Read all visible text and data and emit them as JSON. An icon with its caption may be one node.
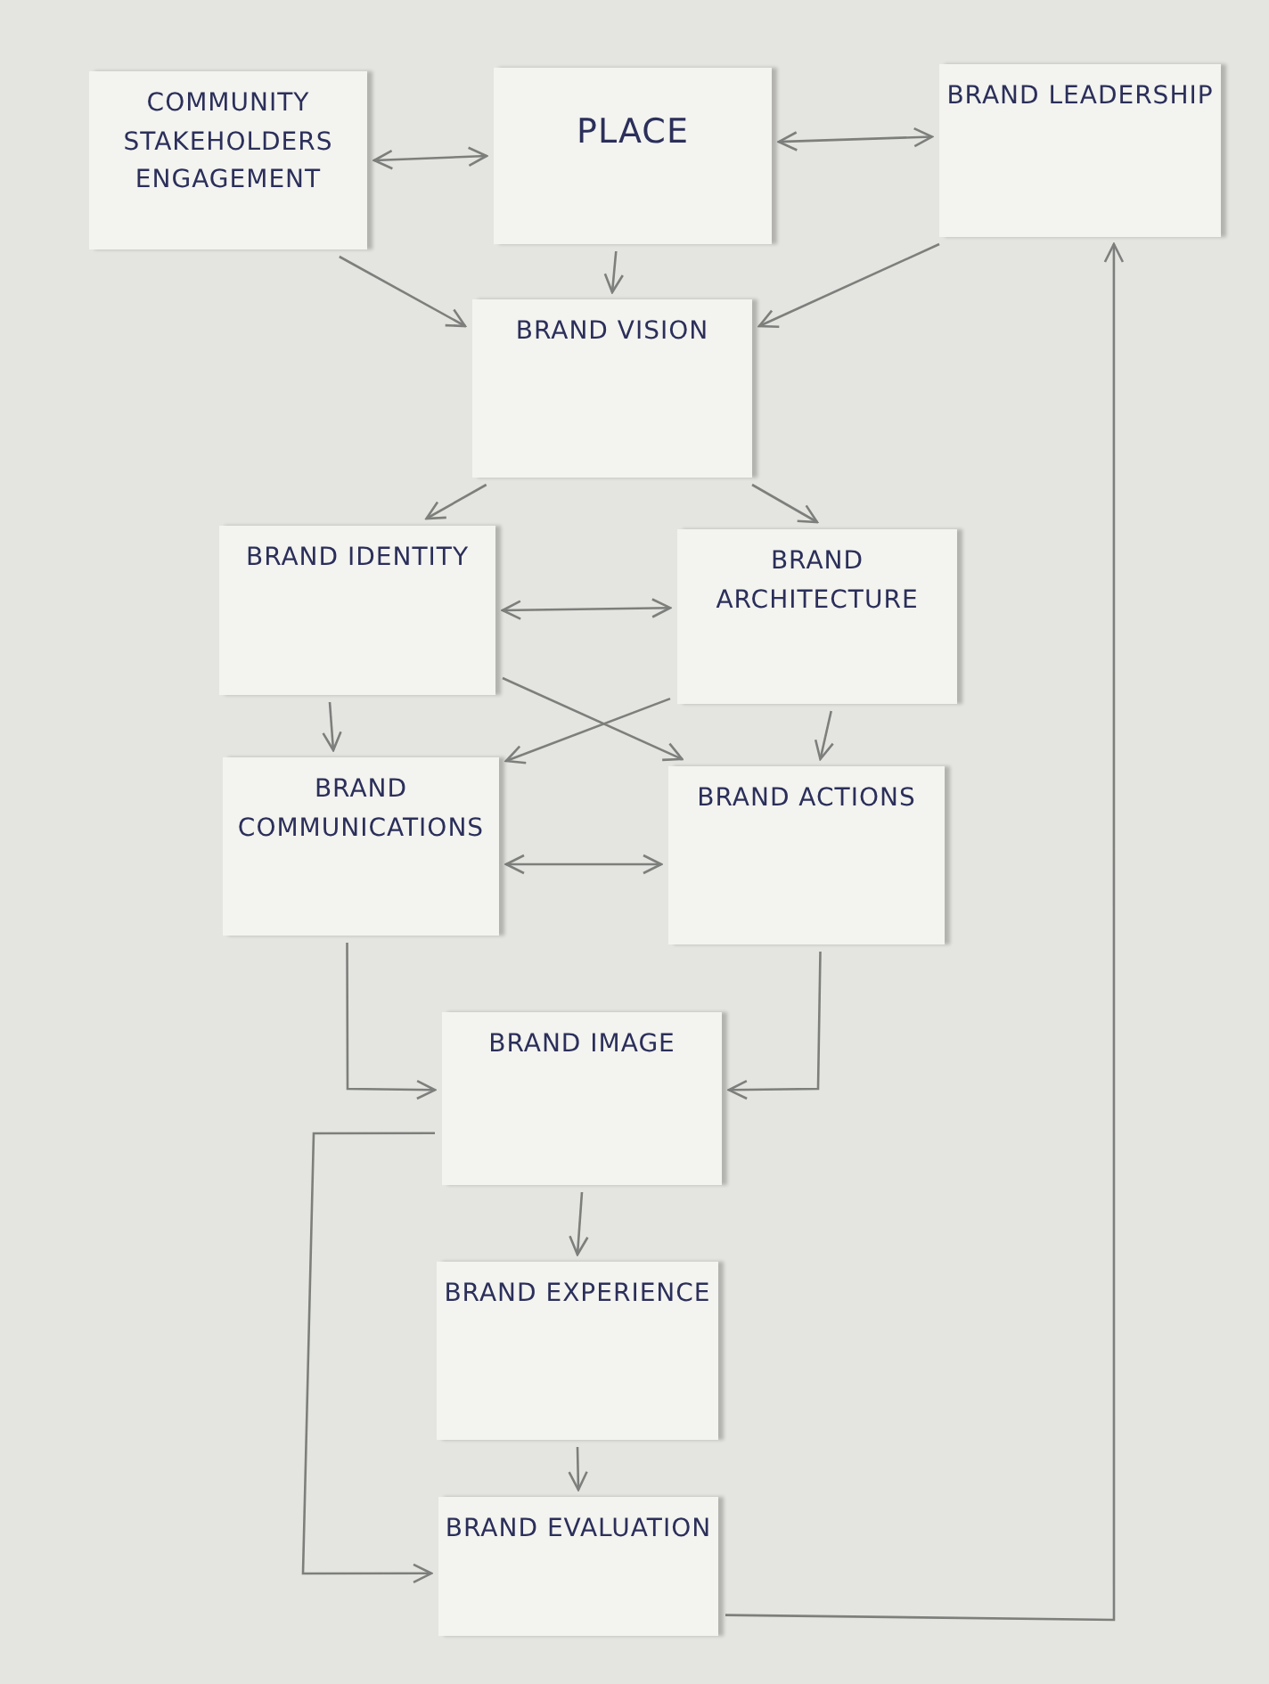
{
  "diagram": {
    "nodes": [
      {
        "text": [
          "COMMUNITY STAKEHOLDERS ENGAGEMENT"
        ]
      },
      {
        "text": [
          "PLACE"
        ]
      },
      {
        "text": [
          "BRAND LEADERSHIP"
        ]
      },
      {
        "text": [
          "BRAND VISION"
        ]
      },
      {
        "text": [
          "BRAND IDENTITY"
        ]
      },
      {
        "text": [
          "BRAND ARCHITECTURE"
        ]
      },
      {
        "text": [
          "BRAND COMMUNICATIONS"
        ]
      },
      {
        "text": [
          "BRAND ACTIONS"
        ]
      },
      {
        "text": [
          "BRAND IMAGE"
        ]
      },
      {
        "text": [
          "BRAND EXPERIENCE"
        ]
      },
      {
        "text": [
          "BRAND EVALUATION"
        ]
      }
    ],
    "edges": [
      {
        "from": 0,
        "to": 1,
        "arrow": "both"
      },
      {
        "from": 1,
        "to": 2,
        "arrow": "both"
      },
      {
        "from": 0,
        "to": 3,
        "arrow": "to"
      },
      {
        "from": 1,
        "to": 3,
        "arrow": "to"
      },
      {
        "from": 2,
        "to": 3,
        "arrow": "to"
      },
      {
        "from": 3,
        "to": 4,
        "arrow": "to"
      },
      {
        "from": 3,
        "to": 5,
        "arrow": "to"
      },
      {
        "from": 4,
        "to": 5,
        "arrow": "both"
      },
      {
        "from": 4,
        "to": 7,
        "arrow": "to"
      },
      {
        "from": 5,
        "to": 6,
        "arrow": "to"
      },
      {
        "from": 4,
        "to": 6,
        "arrow": "to"
      },
      {
        "from": 5,
        "to": 7,
        "arrow": "to"
      },
      {
        "from": 6,
        "to": 7,
        "arrow": "both"
      },
      {
        "from": 6,
        "to": 8,
        "arrow": "to"
      },
      {
        "from": 7,
        "to": 8,
        "arrow": "to"
      },
      {
        "from": 8,
        "to": 9,
        "arrow": "to"
      },
      {
        "from": 9,
        "to": 10,
        "arrow": "to"
      },
      {
        "from": 8,
        "to": 10,
        "arrow": "to"
      },
      {
        "from": 10,
        "to": 2,
        "arrow": "to"
      }
    ]
  }
}
